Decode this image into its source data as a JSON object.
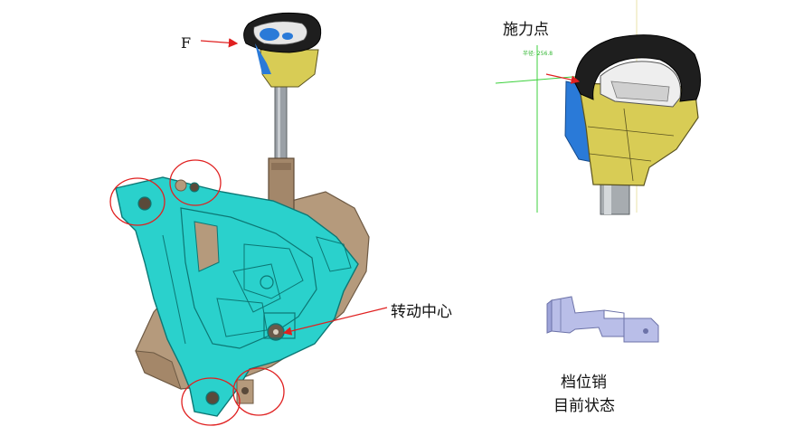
{
  "labels": {
    "force": "F",
    "application_point": "施力点",
    "rotation_center": "转动中心",
    "pin_line1": "档位销",
    "pin_line2": "目前状态",
    "radius_readout": "半径: 256.8"
  },
  "colors": {
    "bracket": "#2ad1cc",
    "housing": "#b59a7c",
    "knob_yellow": "#d8cc55",
    "knob_blue": "#2a7ad8",
    "grip_black": "#1e1e1e",
    "shaft": "#9aa0a6",
    "pin": "#b9bee8",
    "highlight_circle": "#e02020",
    "arrow": "#e02020",
    "guide_line": "#3cd13c"
  }
}
